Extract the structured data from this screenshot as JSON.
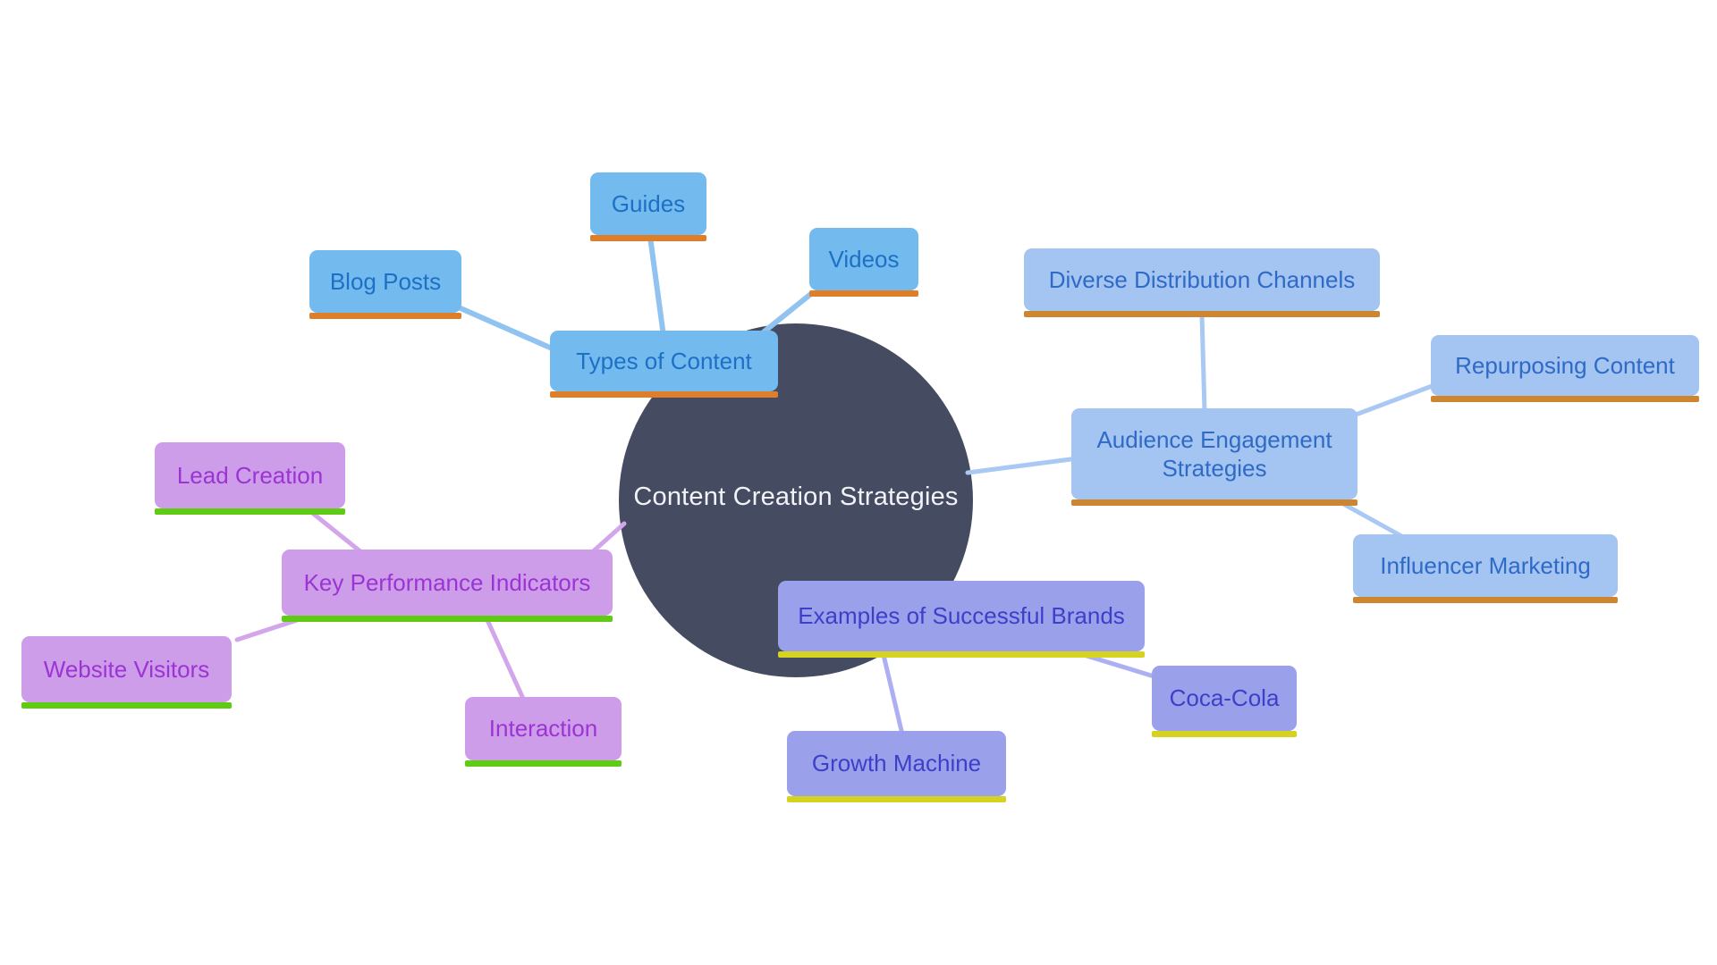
{
  "diagram": {
    "type": "mindmap",
    "background": "#ffffff",
    "center": {
      "label": "Content Creation Strategies",
      "fill": "#454b60",
      "text_color": "#f2f3f8"
    },
    "branches": [
      {
        "label": "Types of Content",
        "children": [
          "Blog Posts",
          "Guides",
          "Videos"
        ],
        "fill": "#73bbee",
        "underline_color": "#df7e29",
        "text_color": "#1e6fc6",
        "connector_color": "#90c3ef"
      },
      {
        "label": "Audience Engagement Strategies",
        "children": [
          "Diverse Distribution Channels",
          "Repurposing Content",
          "Influencer Marketing"
        ],
        "fill": "#a4c4f1",
        "underline_color": "#cd862f",
        "text_color": "#2e6ac6",
        "connector_color": "#a9c8f3"
      },
      {
        "label": "Key Performance Indicators",
        "children": [
          "Lead Creation",
          "Website Visitors",
          "Interaction"
        ],
        "fill": "#cd9de9",
        "underline_color": "#5fcb12",
        "text_color": "#9c33d4",
        "connector_color": "#d3a6ec"
      },
      {
        "label": "Examples of Successful Brands",
        "children": [
          "Growth Machine",
          "Coca-Cola"
        ],
        "fill": "#9ba0ea",
        "underline_color": "#d5d31f",
        "text_color": "#3c3fc8",
        "connector_color": "#acb0f3"
      }
    ]
  },
  "nodes": {
    "center": {
      "label": "Content Creation Strategies"
    },
    "types": {
      "label": "Types of Content"
    },
    "blog_posts": {
      "label": "Blog Posts"
    },
    "guides": {
      "label": "Guides"
    },
    "videos": {
      "label": "Videos"
    },
    "audience": {
      "label": "Audience Engagement Strategies"
    },
    "diverse": {
      "label": "Diverse Distribution Channels"
    },
    "repurposing": {
      "label": "Repurposing Content"
    },
    "influencer": {
      "label": "Influencer Marketing"
    },
    "kpi": {
      "label": "Key Performance Indicators"
    },
    "lead": {
      "label": "Lead Creation"
    },
    "website": {
      "label": "Website Visitors"
    },
    "interaction": {
      "label": "Interaction"
    },
    "brands": {
      "label": "Examples of Successful Brands"
    },
    "growth": {
      "label": "Growth Machine"
    },
    "coca": {
      "label": "Coca-Cola"
    }
  }
}
